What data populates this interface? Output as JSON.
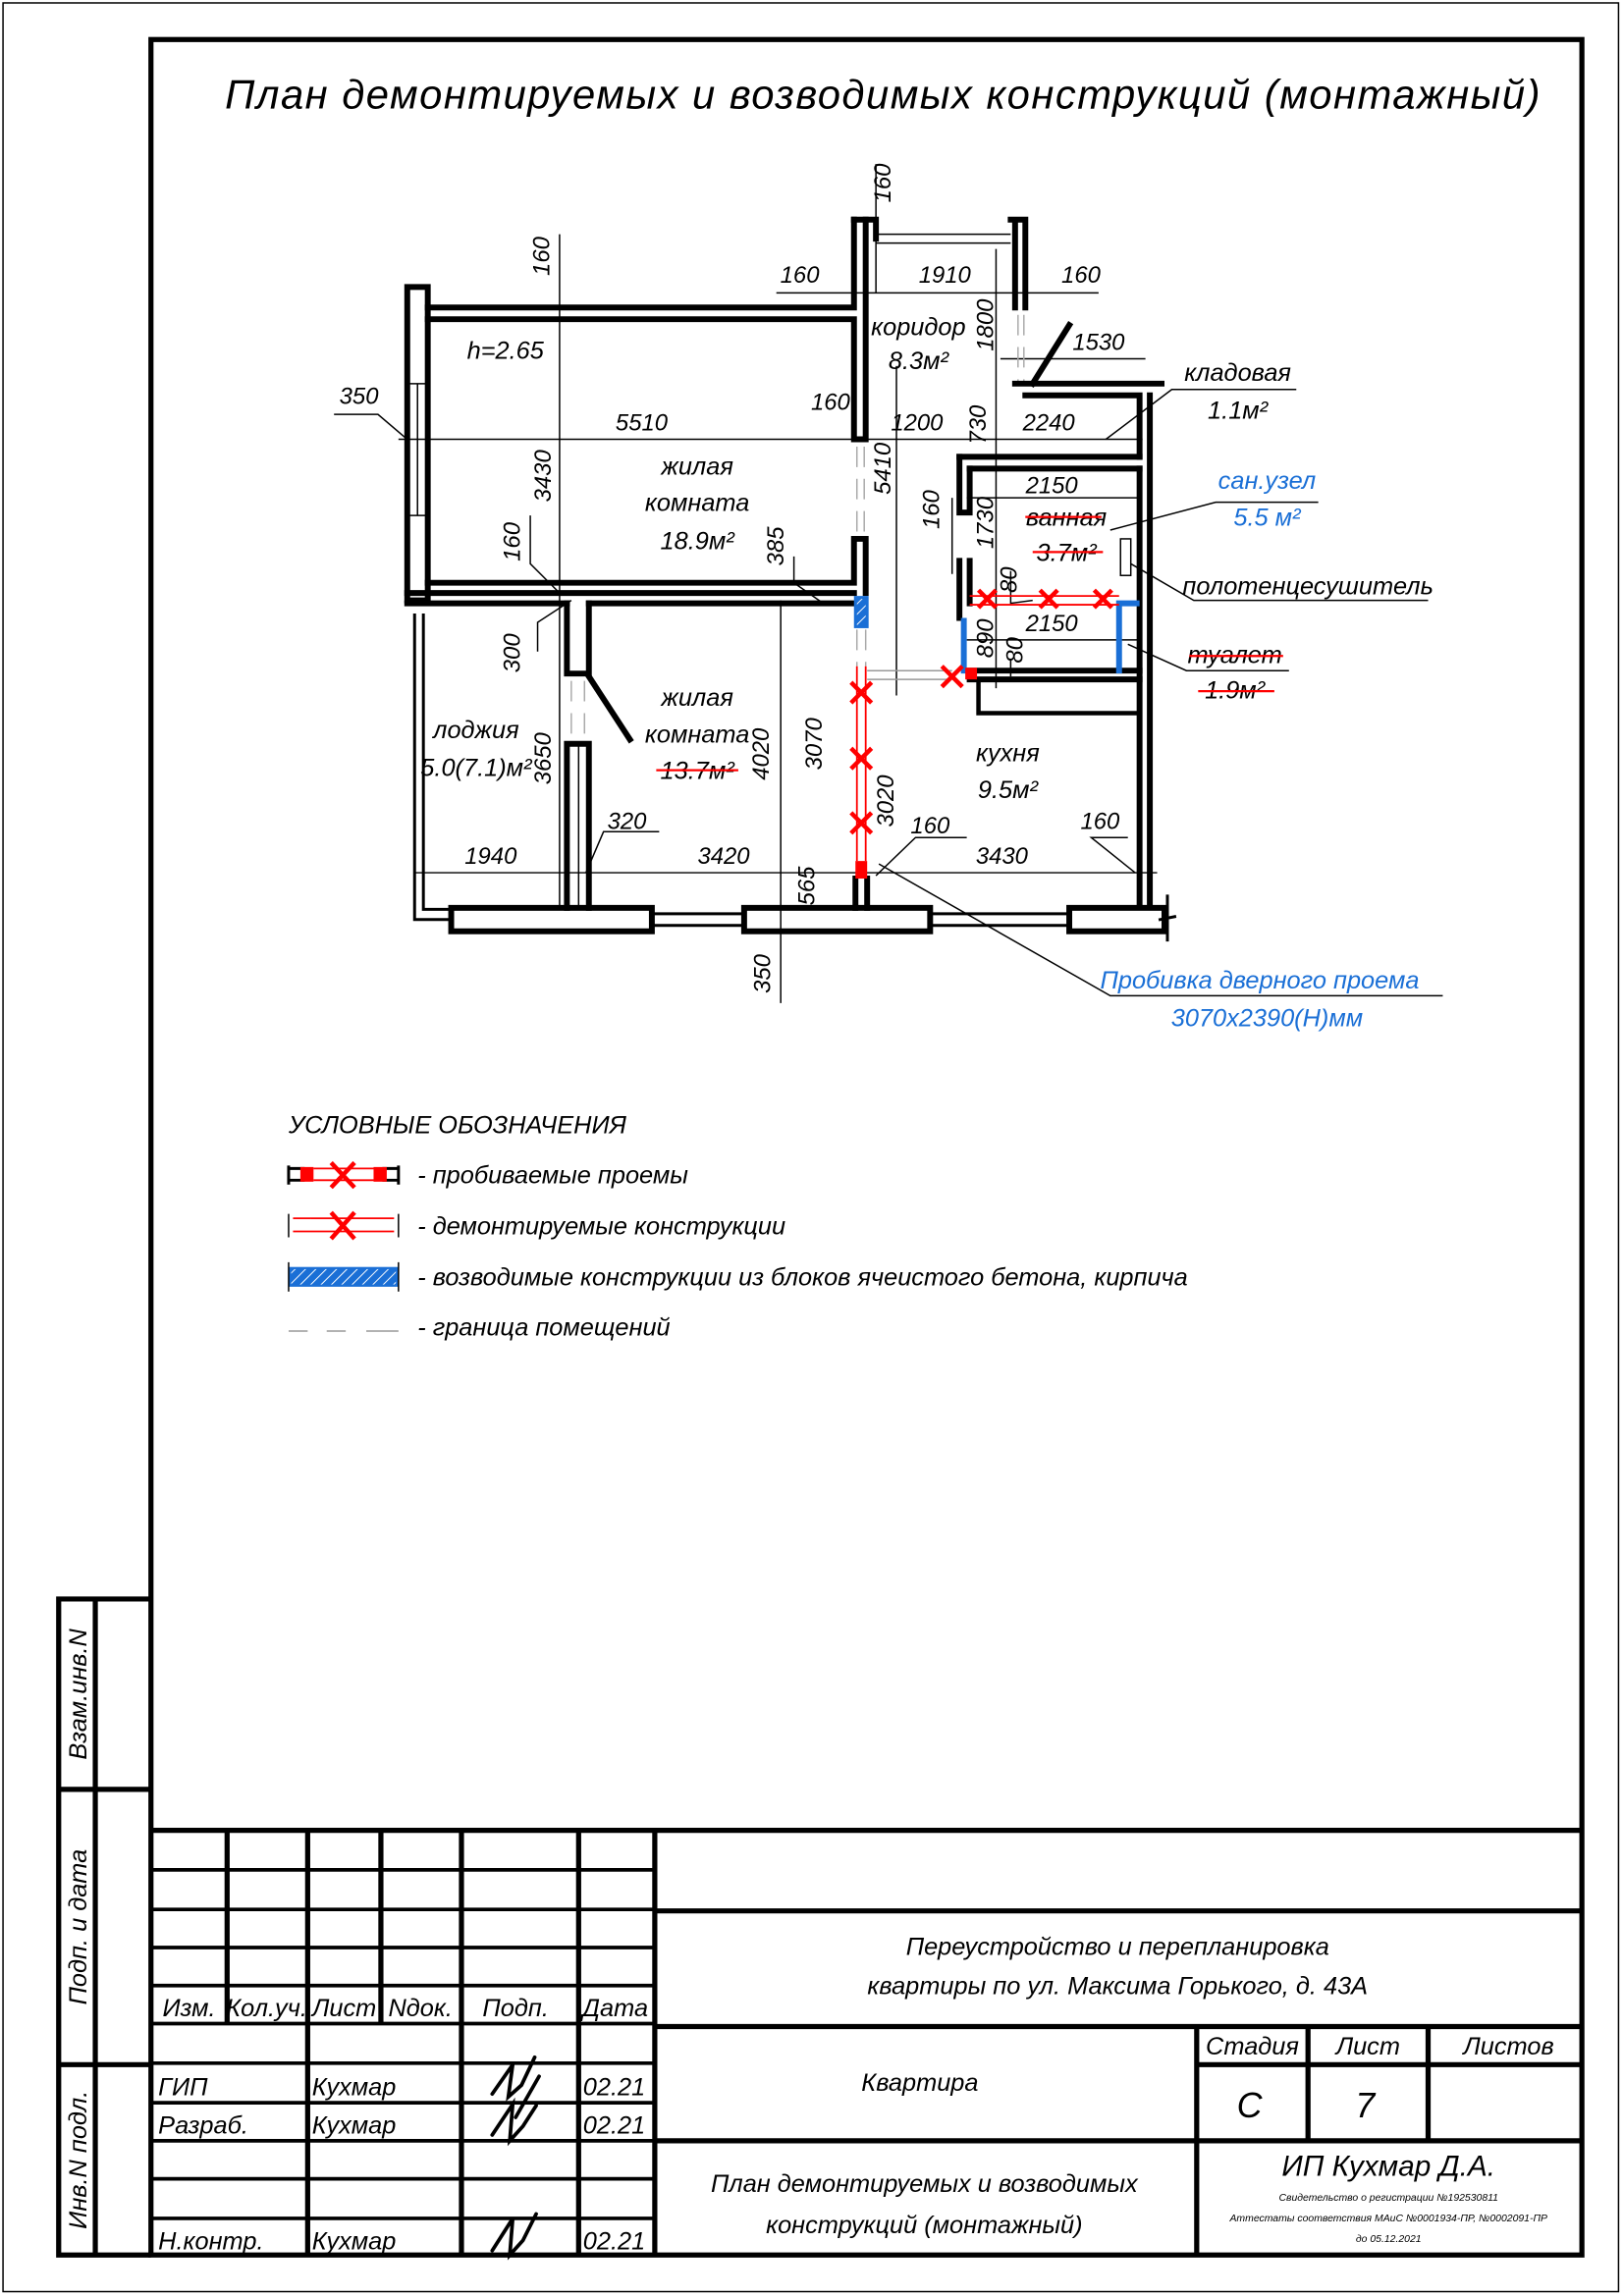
{
  "title": "План  демонтируемых  и  возводимых  конструкций (монтажный)",
  "plan": {
    "rooms": {
      "corridor_name": "коридор",
      "corridor_area": "8.3м²",
      "storage_name": "кладовая",
      "storage_area": "1.1м²",
      "height": "h=2.65",
      "living1_name1": "жилая",
      "living1_name2": "комната",
      "living1_area": "18.9м²",
      "sanuzel_name": "сан.узел",
      "sanuzel_area": "5.5 м²",
      "bath_name": "ванная",
      "bath_area": "3.7м²",
      "towel_rail": "полотенцесушитель",
      "toilet_name": "туалет",
      "toilet_area": "1.9м²",
      "living2_name1": "жилая",
      "living2_name2": "комната",
      "living2_area": "13.7м²",
      "loggia_name": "лоджия",
      "loggia_area": "5.0(7.1)м²",
      "kitchen_name": "кухня",
      "kitchen_area": "9.5м²"
    },
    "dims": [
      "160",
      "160",
      "1910",
      "160",
      "160",
      "1800",
      "1530",
      "350",
      "5510",
      "160",
      "1200",
      "730",
      "2240",
      "3430",
      "5410",
      "2150",
      "160",
      "1730",
      "160",
      "385",
      "80",
      "890",
      "2150",
      "80",
      "300",
      "3650",
      "4020",
      "3070",
      "3020",
      "320",
      "160",
      "160",
      "1940",
      "3420",
      "3430",
      "565",
      "350"
    ],
    "note_line1": "Пробивка дверного проема",
    "note_line2": "3070х2390(Н)мм"
  },
  "legend": {
    "title": "УСЛОВНЫЕ ОБОЗНАЧЕНИЯ",
    "items": [
      "- пробиваемые проемы",
      "- демонтируемые конструкции",
      "- возводимые конструкции из блоков ячеистого бетона, кирпича",
      "- граница помещений"
    ]
  },
  "side_stamp": [
    "Взам.инв.N",
    "Подп. и дата",
    "Инв.N подл."
  ],
  "title_block": {
    "headers": [
      "Изм.",
      "Кол.уч.",
      "Лист",
      "Nдок.",
      "Подп.",
      "Дата"
    ],
    "rows": [
      {
        "role": "ГИП",
        "name": "Кухмар",
        "date": "02.21"
      },
      {
        "role": "Разраб.",
        "name": "Кухмар",
        "date": "02.21"
      },
      {
        "role": "Н.контр.",
        "name": "Кухмар",
        "date": "02.21"
      }
    ],
    "project_line1": "Переустройство и перепланировка",
    "project_line2": "квартиры по ул. Максима Горького, д. 43А",
    "object": "Квартира",
    "stage_label": "Стадия",
    "sheet_label": "Лист",
    "sheets_label": "Листов",
    "stage": "С",
    "sheet": "7",
    "drawing_line1": "План демонтируемых и возводимых",
    "drawing_line2": "конструкций (монтажный)",
    "company": "ИП Кухмар Д.А.",
    "company_line1": "Свидетельство о регистрации №192530811",
    "company_line2": "Аттестаты соответствия МАиС №0001934-ПР, №0002091-ПР",
    "company_line3": "до  05.12.2021"
  },
  "colors": {
    "demolition": "#ff0000",
    "new_walls": "#1a6fd6",
    "room_border": "#aaaaaa"
  }
}
